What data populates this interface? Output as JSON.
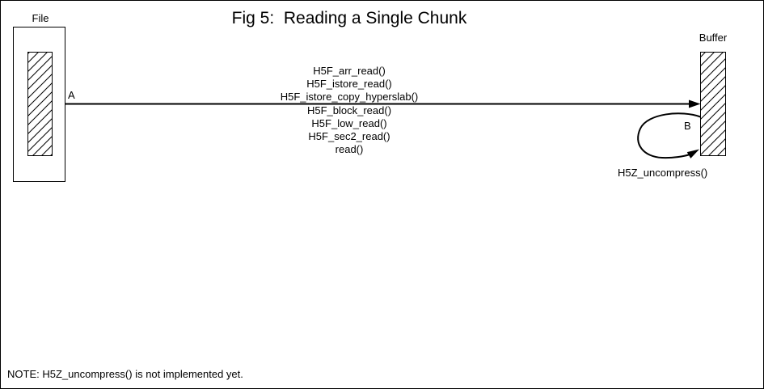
{
  "title": "Fig 5:  Reading a Single Chunk",
  "file": {
    "label": "File"
  },
  "buffer": {
    "label": "Buffer"
  },
  "arrow": {
    "start_label": "A",
    "end_label": "B"
  },
  "call_stack": [
    "H5F_arr_read()",
    "H5F_istore_read()",
    "H5F_istore_copy_hyperslab()",
    "H5F_block_read()",
    "H5F_low_read()",
    "H5F_sec2_read()",
    "read()"
  ],
  "loop": {
    "label": "H5Z_uncompress()"
  },
  "note": "NOTE: H5Z_uncompress() is not implemented yet.",
  "colors": {
    "foreground": "#000000",
    "background": "#ffffff"
  }
}
